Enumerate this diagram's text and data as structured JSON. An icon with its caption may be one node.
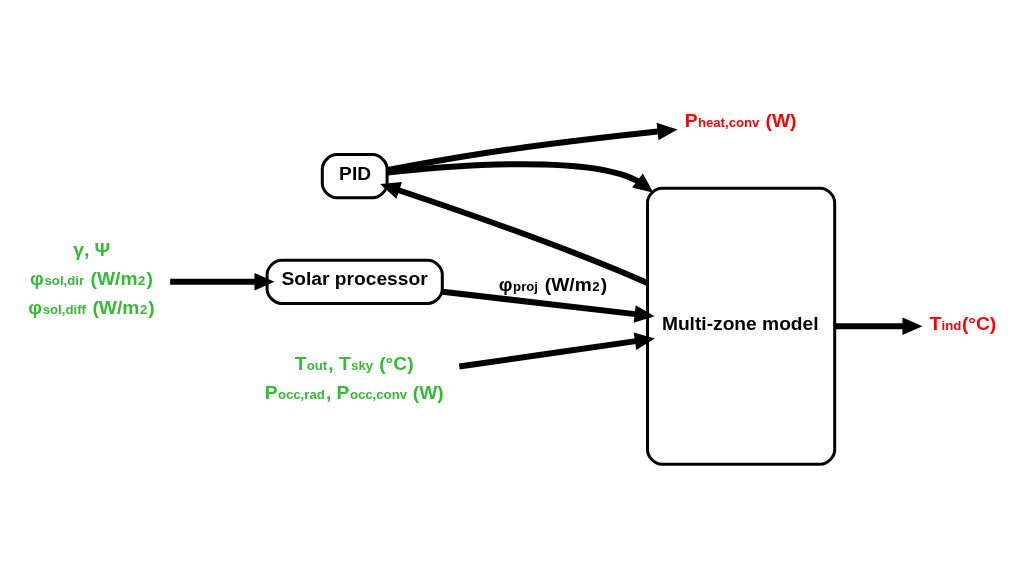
{
  "diagram": {
    "nodes": [
      {
        "text": [
          "PID"
        ]
      },
      {
        "text": [
          "Multi-zone model"
        ]
      },
      {
        "text": [
          "Solar processor"
        ]
      },
      {
        "text": [
          "P$_{heat,conv}$ (W)"
        ]
      },
      {
        "text": [
          "T$_{ind}$(°C)"
        ]
      },
      {
        "text": [
          "T$_{out}$, T$_{sky}$ (°C)",
          "P$_{occ,rad}$, P$_{occ,conv}$ (W)"
        ]
      },
      {
        "text": [
          "γ, Ψ",
          "φ$_{sol,dir}$ (W/m$^{2}$)",
          "φ$_{sol,diff}$ (W/m$^{2}$)"
        ]
      }
    ],
    "edges": [
      {
        "from": 1,
        "to": 4,
        "arrow": "to"
      },
      {
        "from": 1,
        "to": 0,
        "arrow": "to"
      },
      {
        "from": 0,
        "to": 3,
        "arrow": "to"
      },
      {
        "from": 0,
        "to": 1,
        "arrow": "to"
      },
      {
        "from": 5,
        "to": 1,
        "arrow": "to"
      },
      {
        "from": 6,
        "to": 2,
        "arrow": "to"
      },
      {
        "from": 2,
        "to": 1,
        "arrow": "to",
        "label": "φ$_{proj}$ (W/m$^{2}$)"
      }
    ]
  }
}
